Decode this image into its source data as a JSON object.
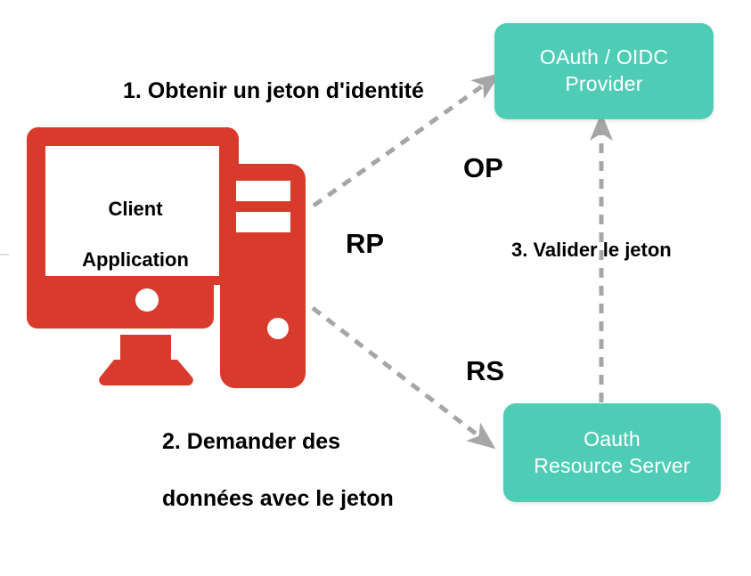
{
  "diagram": {
    "title": "OAuth / OIDC flow",
    "background": "#ffffff",
    "colors": {
      "red": "#D83A2B",
      "teal": "#4FCCB6",
      "arrow_gray": "#A6A6A6",
      "text_black": "#000000",
      "box_text_white": "#ffffff"
    }
  },
  "nodes": {
    "client": {
      "icon": "desktop-computer-icon",
      "caption_line1": "Client",
      "caption_line2": "Application",
      "role_label": "RP"
    },
    "provider": {
      "line1": "OAuth / OIDC",
      "line2": "Provider",
      "role_label": "OP"
    },
    "resource_server": {
      "line1": "Oauth",
      "line2": "Resource Server",
      "role_label": "RS"
    }
  },
  "steps": [
    {
      "id": "step1",
      "label": "1. Obtenir un jeton d'identité",
      "from": "client",
      "to": "provider"
    },
    {
      "id": "step2",
      "label_line1": "2. Demander des",
      "label_line2": "données avec le jeton",
      "from": "client",
      "to": "resource_server"
    },
    {
      "id": "step3",
      "label": "3. Valider le jeton",
      "from": "resource_server",
      "to": "provider"
    }
  ],
  "arrows": {
    "style": "dashed",
    "color": "#A6A6A6",
    "step1_direction": "up-right",
    "step2_direction": "down-right",
    "step3_direction": "up"
  }
}
